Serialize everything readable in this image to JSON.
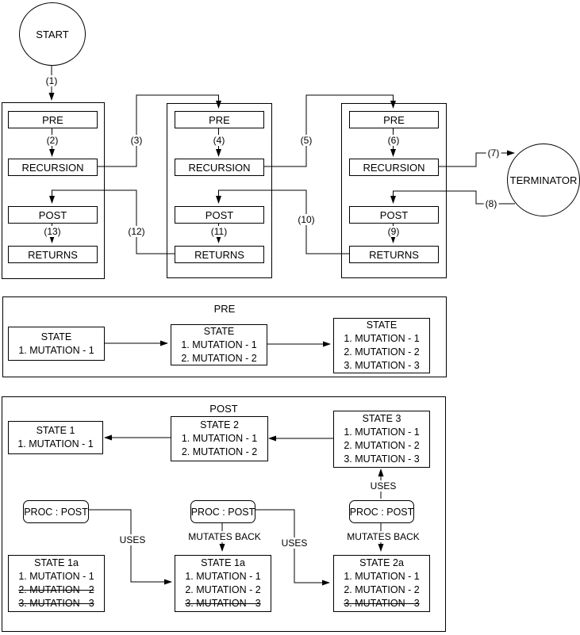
{
  "colors": {
    "line": "#000000",
    "background": "#ffffff",
    "text": "#000000"
  },
  "diagram": {
    "start_label": "START",
    "terminator_label": "TERMINATOR",
    "frames": [
      {
        "pre": "PRE",
        "recursion": "RECURSION",
        "post": "POST",
        "returns": "RETURNS"
      },
      {
        "pre": "PRE",
        "recursion": "RECURSION",
        "post": "POST",
        "returns": "RETURNS"
      },
      {
        "pre": "PRE",
        "recursion": "RECURSION",
        "post": "POST",
        "returns": "RETURNS"
      }
    ],
    "edge_labels": {
      "e1": "(1)",
      "e2": "(2)",
      "e3": "(3)",
      "e4": "(4)",
      "e5": "(5)",
      "e6": "(6)",
      "e7": "(7)",
      "e8": "(8)",
      "e9": "(9)",
      "e10": "(10)",
      "e11": "(11)",
      "e12": "(12)",
      "e13": "(13)"
    }
  },
  "pre_section": {
    "title": "PRE",
    "states": [
      {
        "title": "STATE",
        "m1": "1. MUTATION - 1"
      },
      {
        "title": "STATE",
        "m1": "1. MUTATION - 1",
        "m2": "2. MUTATION - 2"
      },
      {
        "title": "STATE",
        "m1": "1. MUTATION - 1",
        "m2": "2. MUTATION - 2",
        "m3": "3. MUTATION - 3"
      }
    ]
  },
  "post_section": {
    "title": "POST",
    "top_states": [
      {
        "title": "STATE 1",
        "m1": "1. MUTATION - 1"
      },
      {
        "title": "STATE 2",
        "m1": "1. MUTATION - 1",
        "m2": "2. MUTATION - 2"
      },
      {
        "title": "STATE 3",
        "m1": "1. MUTATION - 1",
        "m2": "2. MUTATION - 2",
        "m3": "3. MUTATION - 3"
      }
    ],
    "proc_label": "PROC : POST",
    "uses_label": "USES",
    "mutates_back_label": "MUTATES BACK",
    "bottom_states": [
      {
        "title": "STATE 1a",
        "m1": "1. MUTATION - 1",
        "m2": "2. MUTATION - 2",
        "m3": "3. MUTATION - 3",
        "struck_lines": [
          2,
          3
        ]
      },
      {
        "title": "STATE 1a",
        "m1": "1. MUTATION - 1",
        "m2": "2. MUTATION - 2",
        "m3": "3. MUTATION - 3",
        "struck_lines": [
          3
        ]
      },
      {
        "title": "STATE 2a",
        "m1": "1. MUTATION - 1",
        "m2": "2. MUTATION - 2",
        "m3": "3. MUTATION - 3",
        "struck_lines": [
          3
        ]
      }
    ]
  }
}
